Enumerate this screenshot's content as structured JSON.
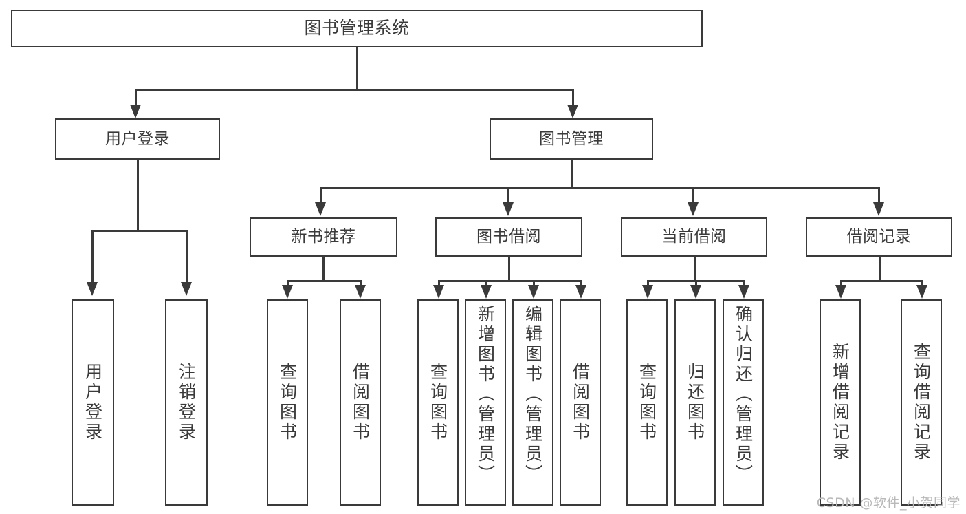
{
  "diagram": {
    "title": "图书管理系统",
    "type": "tree",
    "watermark": "CSDN @软件_小贺同学",
    "colors": {
      "stroke": "#3a3a3a",
      "text": "#3a3a3a",
      "background": "#ffffff",
      "watermark": "#b9b9b9"
    },
    "root": {
      "label": "图书管理系统"
    },
    "level2": [
      {
        "label": "用户登录"
      },
      {
        "label": "图书管理"
      }
    ],
    "level3": [
      {
        "label": "新书推荐"
      },
      {
        "label": "图书借阅"
      },
      {
        "label": "当前借阅"
      },
      {
        "label": "借阅记录"
      }
    ],
    "leaves": {
      "user_login": [
        {
          "label": "用户登录"
        },
        {
          "label": "注销登录"
        }
      ],
      "new_book": [
        {
          "label": "查询图书"
        },
        {
          "label": "借阅图书"
        }
      ],
      "book_borrow": [
        {
          "label": "查询图书"
        },
        {
          "label": "新增图书（管理员）"
        },
        {
          "label": "编辑图书（管理员）"
        },
        {
          "label": "借阅图书"
        }
      ],
      "current_borrow": [
        {
          "label": "查询图书"
        },
        {
          "label": "归还图书"
        },
        {
          "label": "确认归还（管理员）"
        }
      ],
      "borrow_record": [
        {
          "label": "新增借阅记录"
        },
        {
          "label": "查询借阅记录"
        }
      ]
    }
  }
}
